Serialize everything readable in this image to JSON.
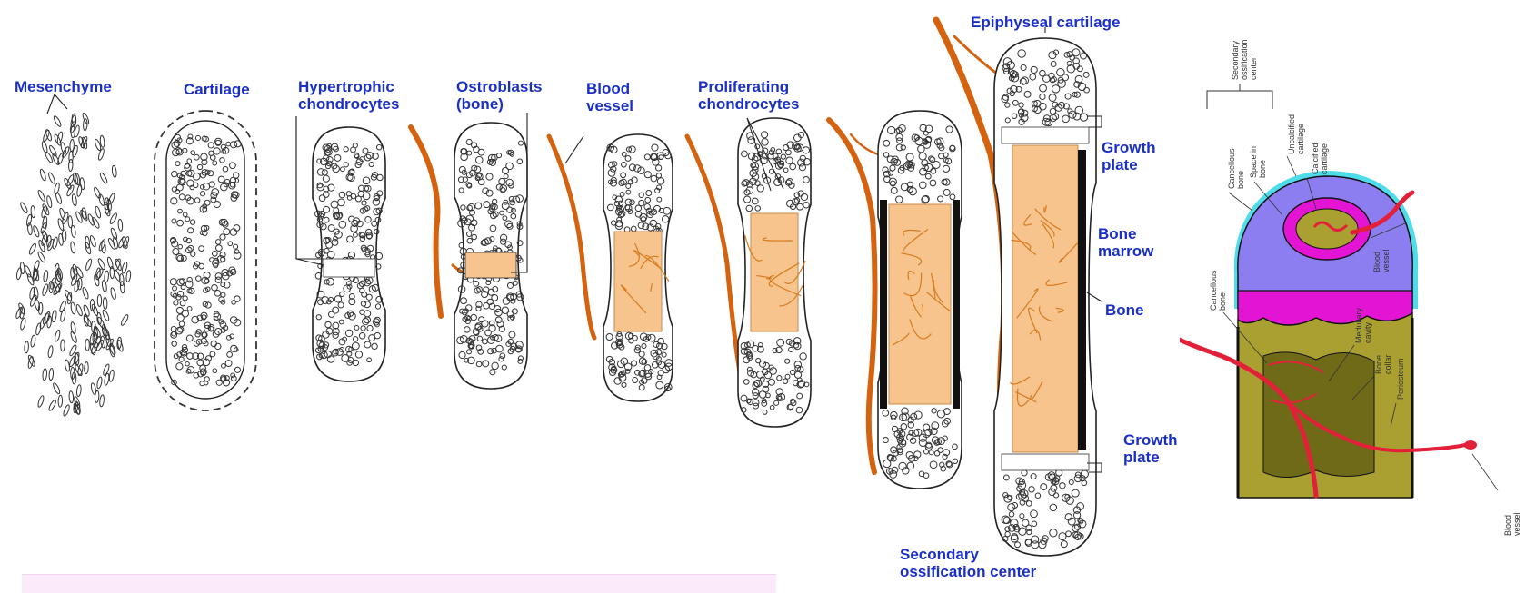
{
  "labels": {
    "mesenchyme": "Mesenchyme",
    "cartilage": "Cartilage",
    "hypertrophic": "Hypertrophic\nchondrocytes",
    "ostroblasts": "Ostroblasts\n(bone)",
    "blood_vessel": "Blood\nvessel",
    "proliferating": "Proliferating\nchondrocytes",
    "epiphyseal": "Epiphyseal cartilage",
    "growth_plate_top": "Growth\nplate",
    "bone_marrow": "Bone\nmarrow",
    "bone": "Bone",
    "growth_plate_bottom": "Growth\nplate",
    "secondary_center": "Secondary\nossification center"
  },
  "right_labels": {
    "secondary_center": "Secondary\nossification\ncenter",
    "cancellous_top": "Cancellous\nbone",
    "space_in_bone": "Space in\nbone",
    "uncalcified": "Uncalcified\ncartilage",
    "calcified": "Calcified\ncartilage",
    "blood_vessel_top": "Blood\nvessel",
    "cancellous_left": "Cancellous\nbone",
    "medullary": "Medullary\ncavity",
    "bone_collar": "Bone\ncollar",
    "periosteum": "Periosteum",
    "blood_vessel_bottom": "Blood\nvessel"
  },
  "colors": {
    "label_blue": "#1a2fc8",
    "vessel_orange": "#d4620e",
    "marrow_tan": "#f6c48c",
    "cartilage_purple": "#8c7ef0",
    "calcified_magenta": "#e314d4",
    "bone_olive": "#aaa032",
    "vessel_red": "#e3203a",
    "periosteum_cyan": "#4fdcea",
    "footer_pink": "#fbeafa"
  }
}
